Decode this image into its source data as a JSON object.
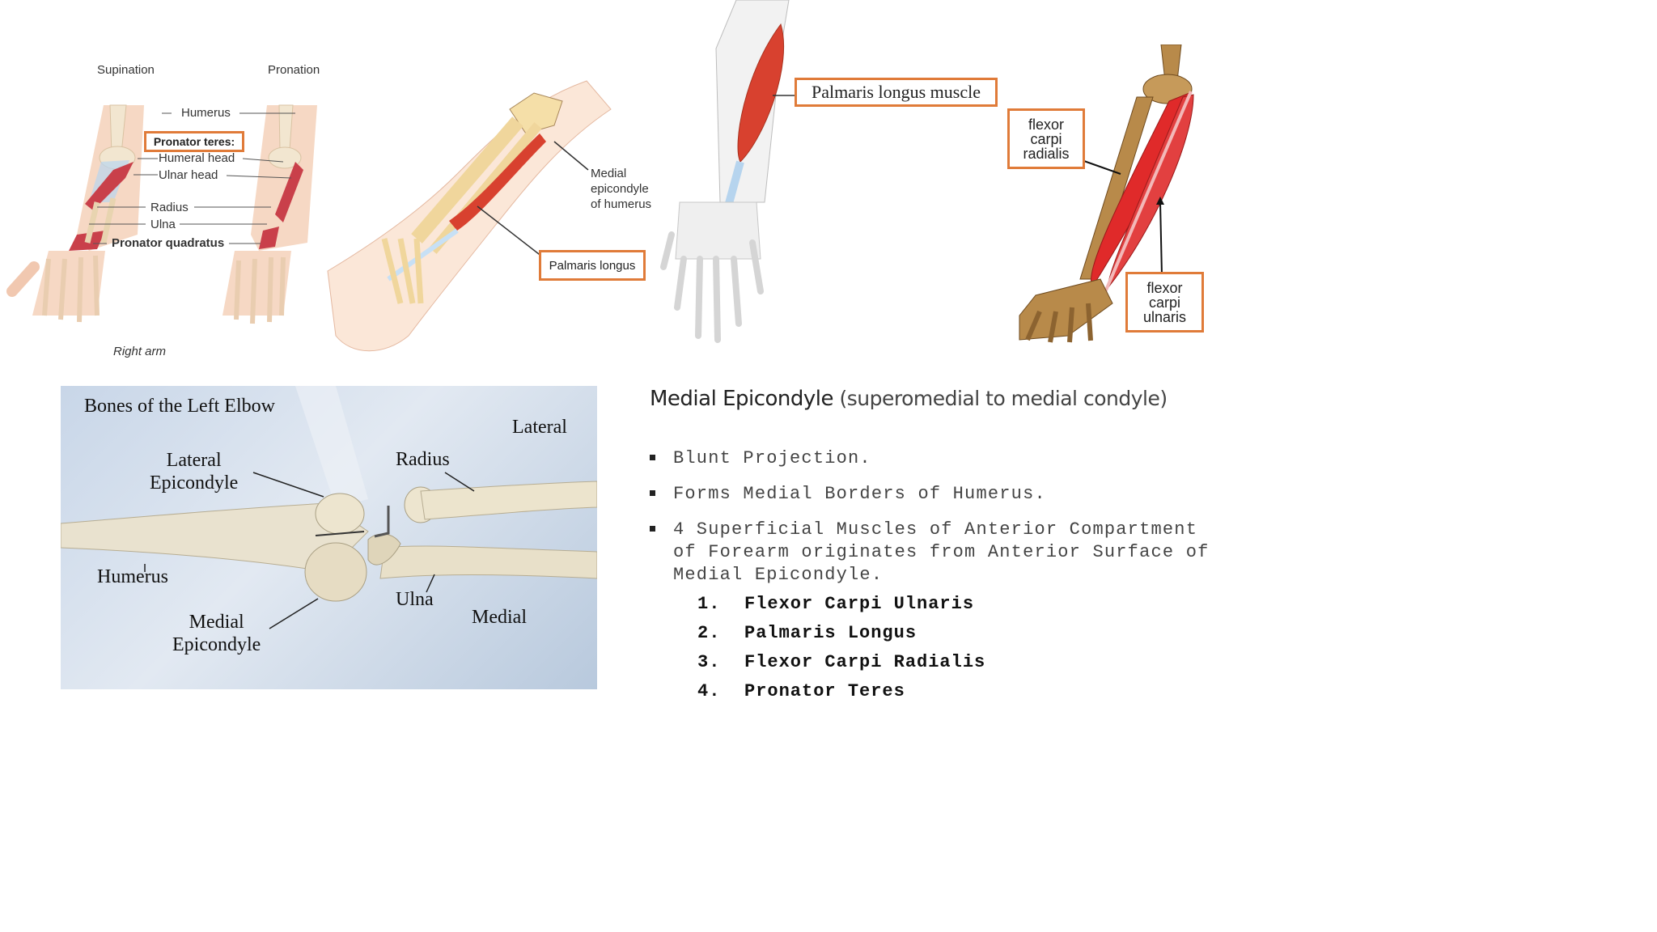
{
  "panel1": {
    "supination": "Supination",
    "pronation": "Pronation",
    "humerus": "Humerus",
    "pronator_teres": "Pronator teres:",
    "humeral_head": "Humeral head",
    "ulnar_head": "Ulnar head",
    "radius": "Radius",
    "ulna": "Ulna",
    "pronator_quadratus": "Pronator quadratus",
    "right_arm": "Right arm"
  },
  "panel2": {
    "medial_epicondyle": [
      "Medial",
      "epicondyle",
      "of humerus"
    ],
    "palmaris_longus": "Palmaris longus"
  },
  "panel3": {
    "palmaris_longus_muscle": "Palmaris longus muscle"
  },
  "panel4": {
    "fcr": [
      "flexor",
      "carpi",
      "radialis"
    ],
    "fcu": [
      "flexor",
      "carpi",
      "ulnaris"
    ]
  },
  "panel5": {
    "title": "Bones of the Left Elbow",
    "lateral": "Lateral",
    "lateral_epicondyle": [
      "Lateral",
      "Epicondyle"
    ],
    "radius": "Radius",
    "humerus": "Humerus",
    "ulna": "Ulna",
    "medial": "Medial",
    "medial_epicondyle": [
      "Medial",
      "Epicondyle"
    ]
  },
  "text": {
    "heading_main": "Medial Epicondyle",
    "heading_paren": " (superomedial to medial condyle)",
    "bullets": [
      "Blunt Projection.",
      "Forms Medial Borders of Humerus.",
      "4 Superficial Muscles of Anterior Compartment"
    ],
    "bullet3_lines": [
      "of Forearm originates from Anterior Surface of",
      "Medial Epicondyle."
    ],
    "list": [
      {
        "n": "1.",
        "t": "Flexor Carpi Ulnaris"
      },
      {
        "n": "2.",
        "t": "Palmaris Longus"
      },
      {
        "n": "3.",
        "t": "Flexor Carpi Radialis"
      },
      {
        "n": "4.",
        "t": "Pronator Teres"
      }
    ]
  },
  "colors": {
    "accent_box": "#e07b39",
    "muscle": "#d8412f",
    "bone": "#efd9b0"
  }
}
